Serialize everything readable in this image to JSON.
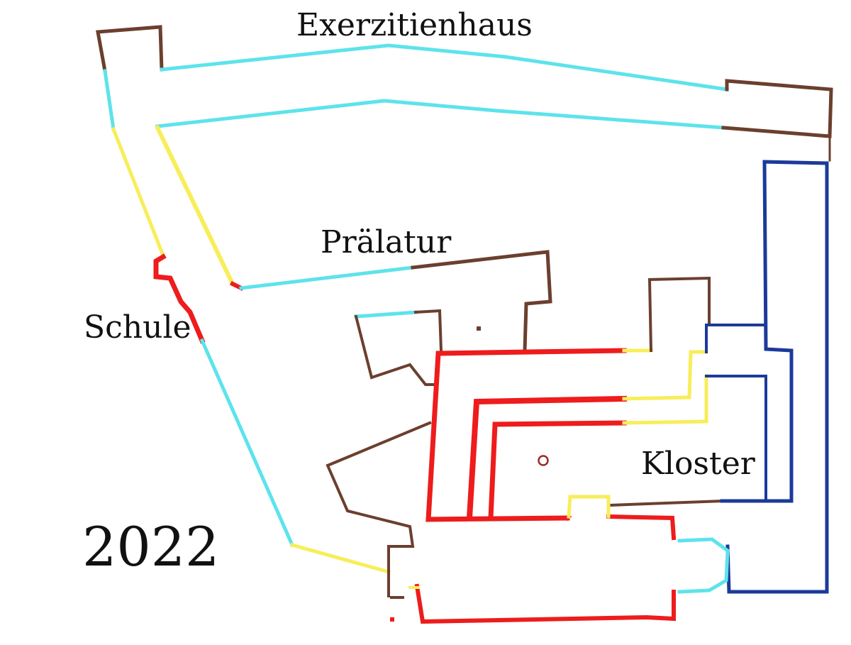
{
  "labels": {
    "exerzitienhaus": "Exerzitienhaus",
    "pralatur": "Prälatur",
    "schule": "Schule",
    "kloster": "Kloster",
    "year": "2022"
  },
  "colors": {
    "cyan": "#5de3ec",
    "yellow": "#f7ee5a",
    "red": "#ee1c1c",
    "brown": "#6b3f2e",
    "navy": "#1b3a9a",
    "background": "#ffffff"
  }
}
